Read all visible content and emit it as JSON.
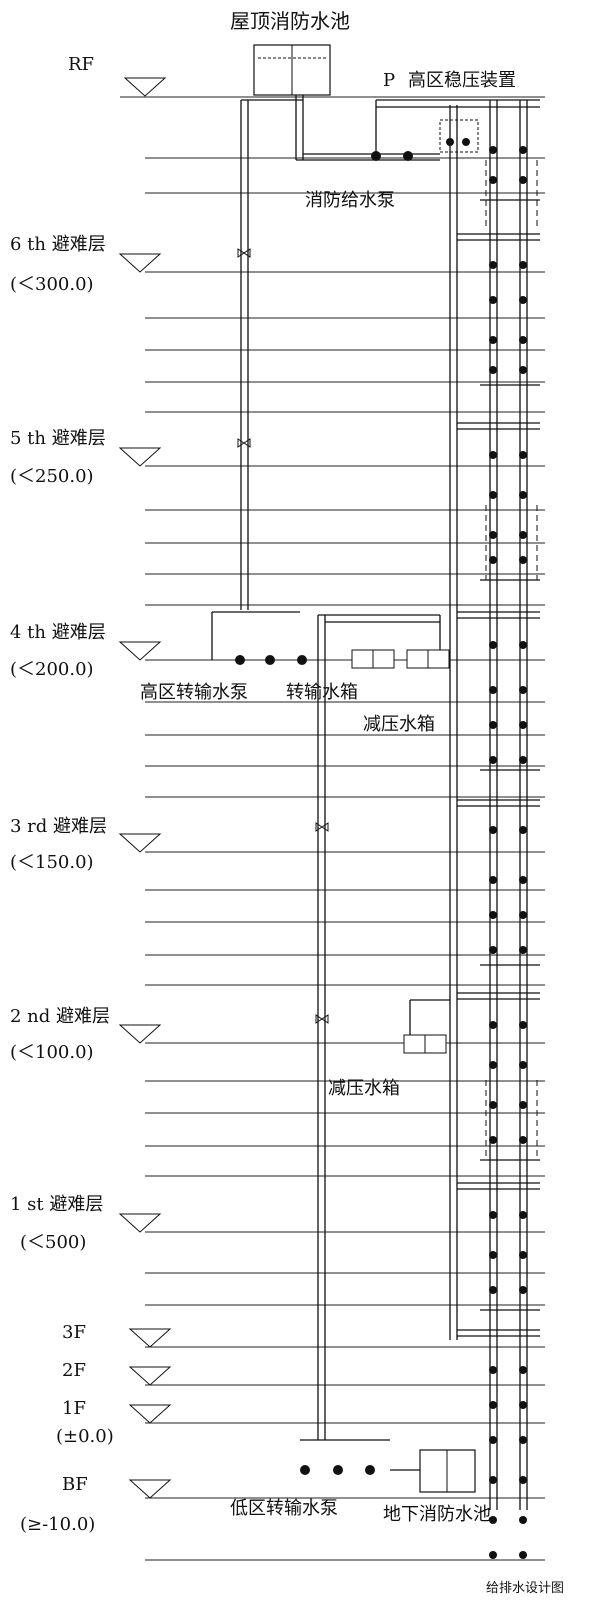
{
  "title": "屋顶消防水池",
  "labels": {
    "rf": "RF",
    "pressure_p": "P",
    "pressure_device": "高区稳压装置",
    "fire_pump": "消防给水泵",
    "high_transfer_pump": "高区转输水泵",
    "transfer_tank": "转输水箱",
    "reducing_tank_1": "减压水箱",
    "reducing_tank_2": "减压水箱",
    "low_transfer_pump": "低区转输水泵",
    "underground_pool": "地下消防水池",
    "watermark": "给排水设计图"
  },
  "levels": [
    {
      "name": "6 th 避难层",
      "elev": "(＜300.0)"
    },
    {
      "name": "5 th 避难层",
      "elev": "(＜250.0)"
    },
    {
      "name": "4 th 避难层",
      "elev": "(＜200.0)"
    },
    {
      "name": "3 rd 避难层",
      "elev": "(＜150.0)"
    },
    {
      "name": "2 nd 避难层",
      "elev": "(＜100.0)"
    },
    {
      "name": "1 st 避难层",
      "elev": "(＜500)"
    },
    {
      "name": "3F",
      "elev": ""
    },
    {
      "name": "2F",
      "elev": ""
    },
    {
      "name": "1F",
      "elev": "(±0.0)"
    },
    {
      "name": "BF",
      "elev": "(≥-10.0)"
    }
  ]
}
